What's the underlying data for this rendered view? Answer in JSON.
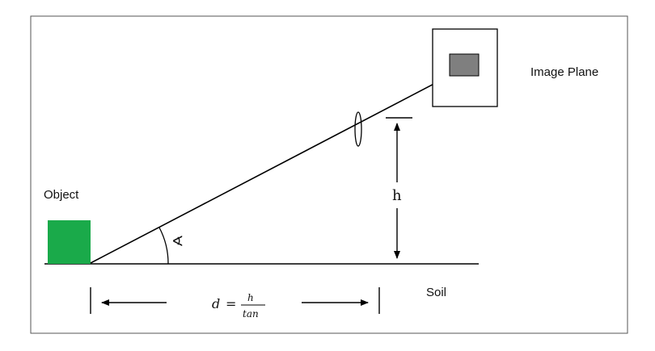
{
  "labels": {
    "object": "Object",
    "image_plane": "Image Plane",
    "height": "h",
    "soil": "Soil",
    "angle_symbol": "∢",
    "distance_lhs": "d",
    "equals": "=",
    "numerator": "h",
    "denominator": "tan"
  },
  "colors": {
    "object_fill": "#1aaa4a",
    "sensor_fill": "#7f7f7f",
    "stroke": "#000000",
    "frame_stroke": "#555555"
  }
}
